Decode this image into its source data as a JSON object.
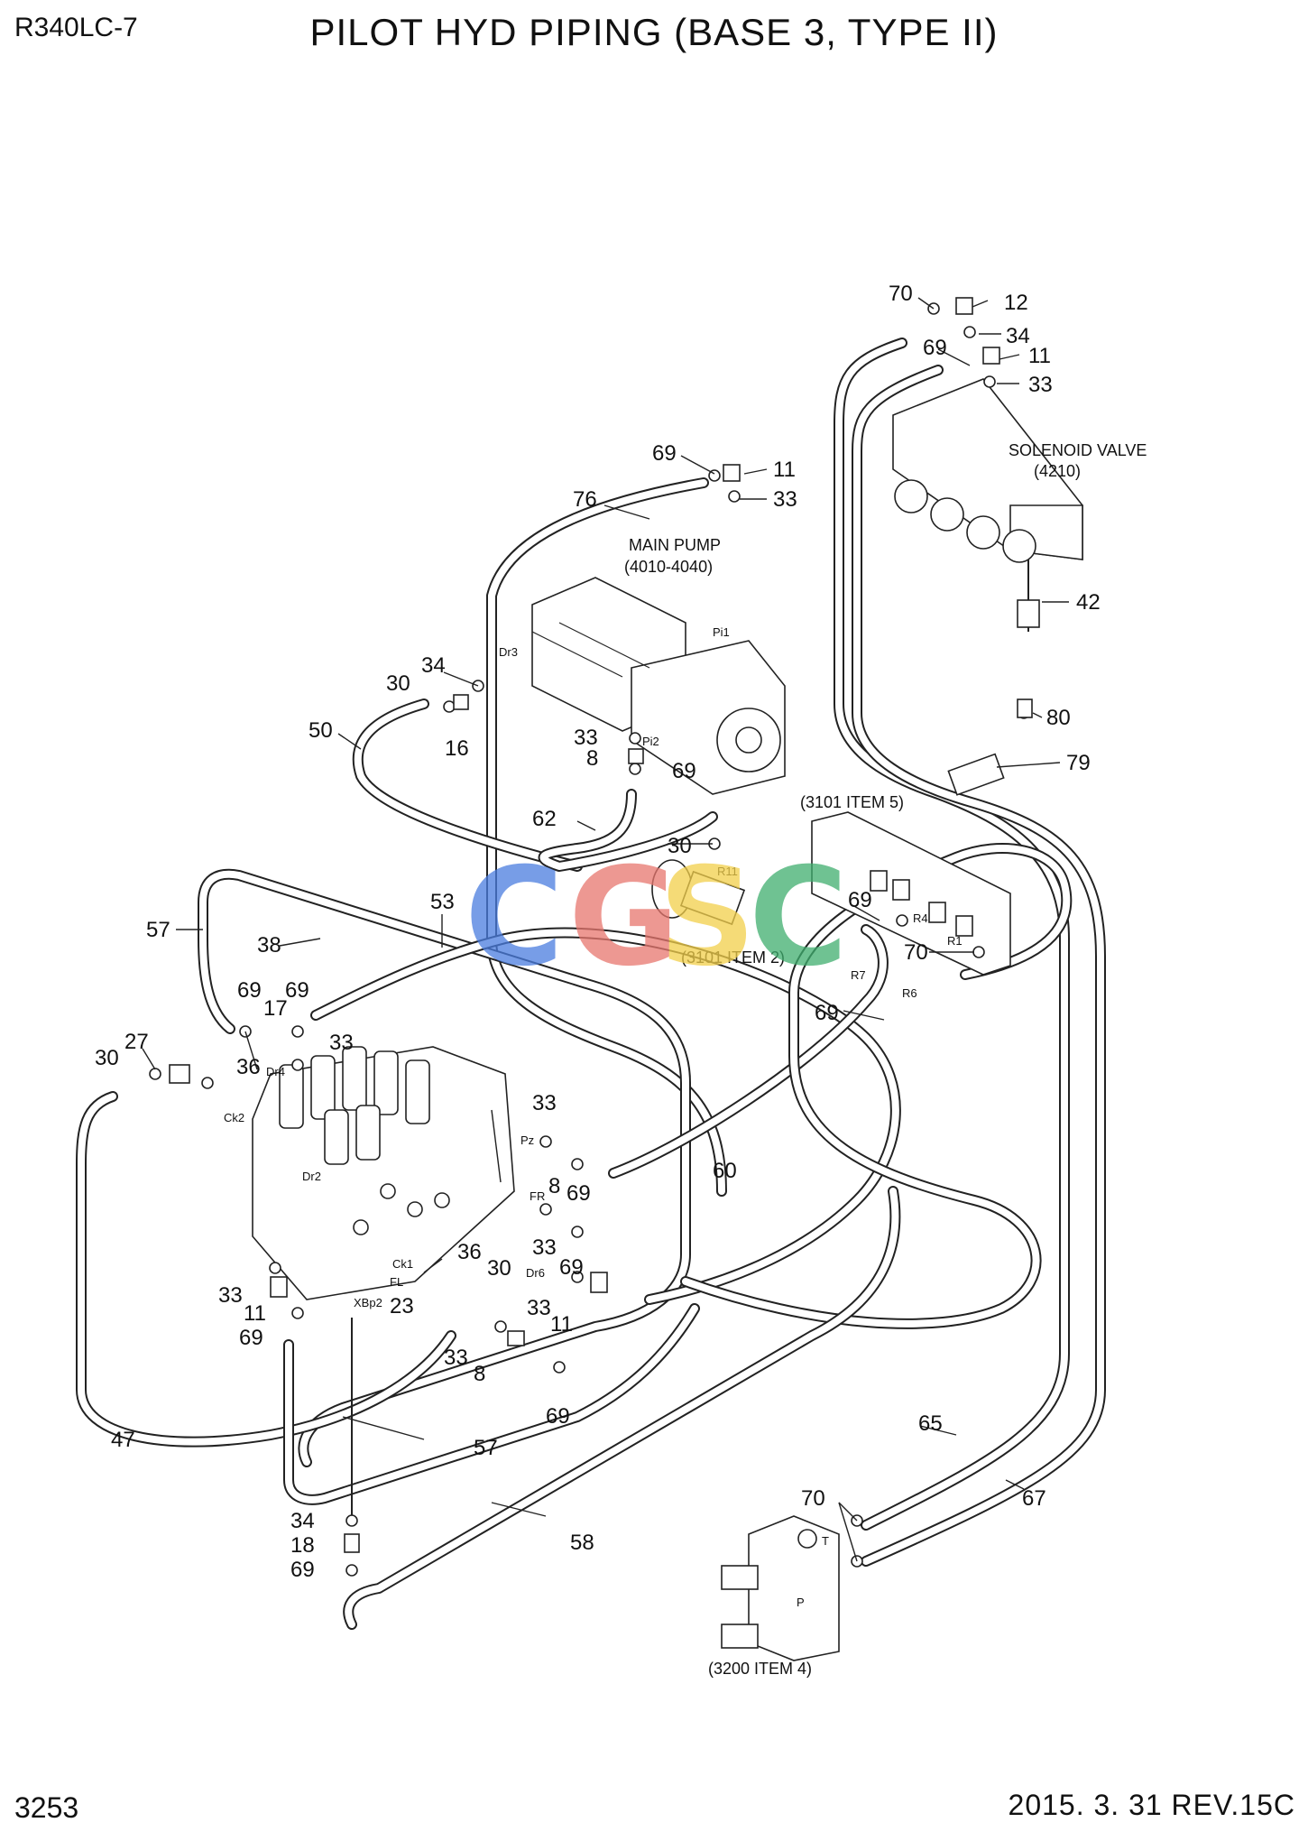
{
  "header": {
    "model": "R340LC-7",
    "title": "PILOT HYD PIPING (BASE 3, TYPE II)"
  },
  "footer": {
    "page_number": "3253",
    "revision": "2015. 3. 31  REV.15C"
  },
  "watermark": {
    "text": "CGSC",
    "colors": [
      "#4a7de0",
      "#e8766e",
      "#f2cf4a",
      "#3fae6e"
    ]
  },
  "components": {
    "solenoid_valve": {
      "name": "SOLENOID VALVE",
      "ref": "(4210)"
    },
    "main_pump": {
      "name": "MAIN PUMP",
      "ref": "(4010-4040)"
    },
    "ref_3101_item5": "(3101 ITEM 5)",
    "ref_3101_item2": "(3101 ITEM 2)",
    "ref_3200_item4": "(3200 ITEM 4)"
  },
  "ports": [
    "Dr3",
    "Pi1",
    "Pi2",
    "R11",
    "R4",
    "R1",
    "R7",
    "R6",
    "Ck2",
    "Dr4",
    "Dr2",
    "Pz",
    "FR",
    "Dr6",
    "Ck1",
    "FL",
    "XBp2",
    "T",
    "P"
  ],
  "callouts": [
    "70",
    "12",
    "34",
    "69",
    "11",
    "33",
    "69",
    "11",
    "33",
    "76",
    "42",
    "34",
    "30",
    "16",
    "50",
    "33",
    "8",
    "69",
    "80",
    "79",
    "62",
    "30",
    "69",
    "53",
    "57",
    "38",
    "69",
    "17",
    "69",
    "70",
    "69",
    "27",
    "30",
    "36",
    "33",
    "33",
    "60",
    "8",
    "69",
    "33",
    "69",
    "36",
    "30",
    "33",
    "11",
    "69",
    "23",
    "33",
    "11",
    "33",
    "8",
    "69",
    "47",
    "57",
    "65",
    "70",
    "67",
    "34",
    "18",
    "69",
    "58"
  ]
}
